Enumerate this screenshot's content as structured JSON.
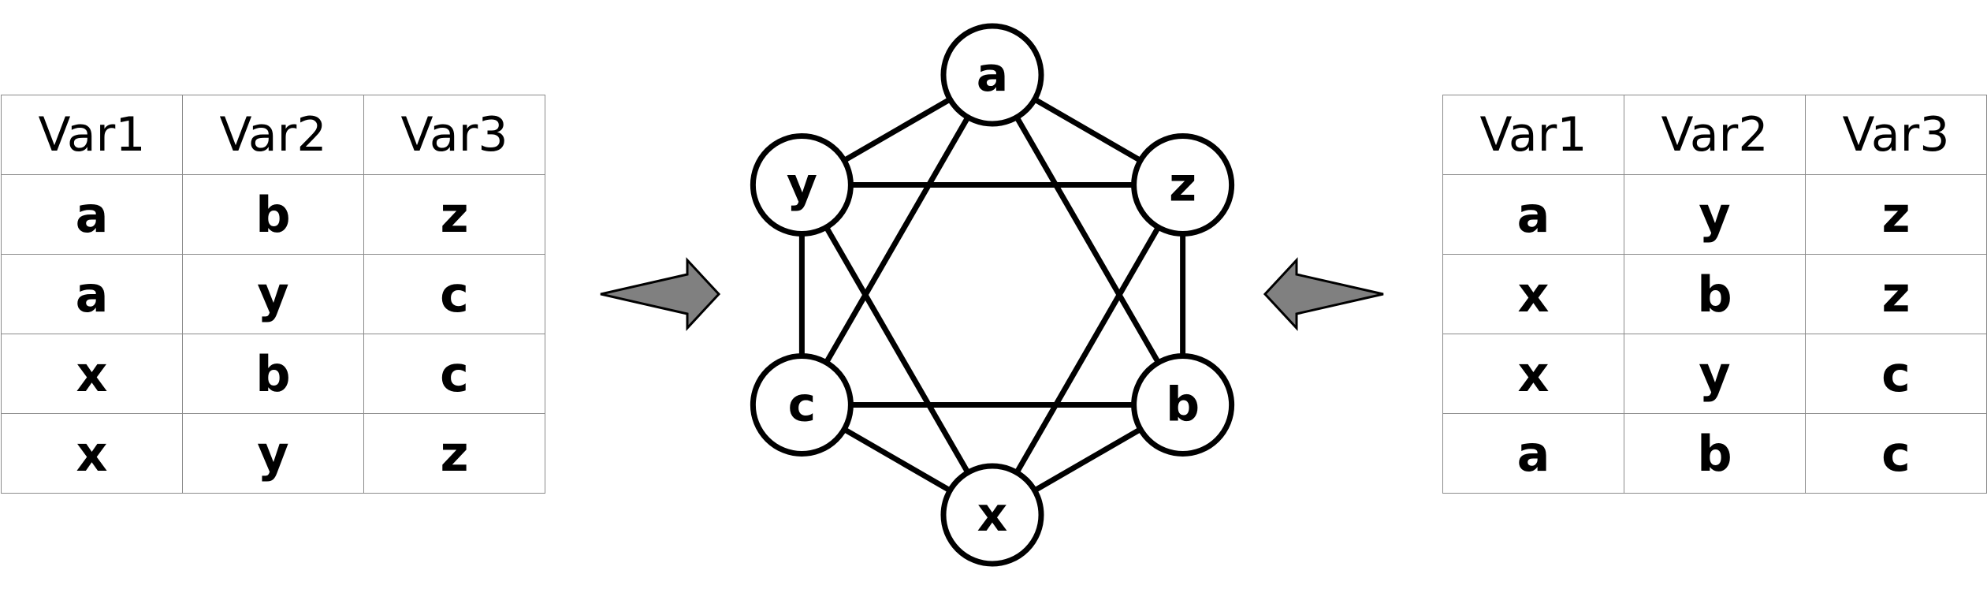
{
  "left_table": {
    "headers": [
      "Var1",
      "Var2",
      "Var3"
    ],
    "rows": [
      [
        "a",
        "b",
        "z"
      ],
      [
        "a",
        "y",
        "c"
      ],
      [
        "x",
        "b",
        "c"
      ],
      [
        "x",
        "y",
        "z"
      ]
    ]
  },
  "right_table": {
    "headers": [
      "Var1",
      "Var2",
      "Var3"
    ],
    "rows": [
      [
        "a",
        "y",
        "z"
      ],
      [
        "x",
        "b",
        "z"
      ],
      [
        "x",
        "y",
        "c"
      ],
      [
        "a",
        "b",
        "c"
      ]
    ]
  },
  "graph": {
    "nodes": [
      "a",
      "z",
      "b",
      "x",
      "c",
      "y"
    ],
    "edges": [
      [
        "a",
        "y"
      ],
      [
        "a",
        "z"
      ],
      [
        "y",
        "z"
      ],
      [
        "y",
        "c"
      ],
      [
        "z",
        "b"
      ],
      [
        "c",
        "b"
      ],
      [
        "c",
        "x"
      ],
      [
        "b",
        "x"
      ],
      [
        "a",
        "c"
      ],
      [
        "a",
        "b"
      ],
      [
        "y",
        "x"
      ],
      [
        "z",
        "x"
      ]
    ]
  },
  "colors": {
    "arrow_fill": "#808080",
    "grid_border": "#8a8a8a",
    "stroke": "#000000"
  }
}
